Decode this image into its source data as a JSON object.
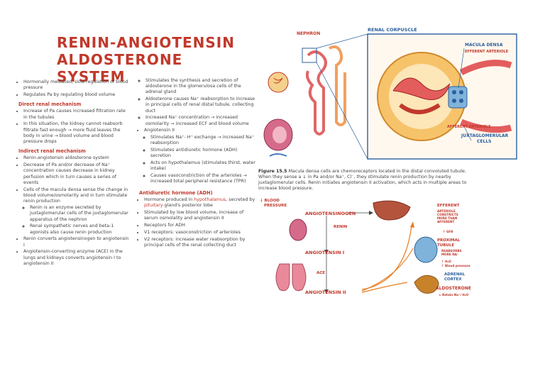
{
  "title": "Renin-Angiotensin Aldosterone System",
  "col1": {
    "intro": [
      "Hormonally mediated, slow regulation of blood pressure",
      "Regulates Pa by regulating blood volume"
    ],
    "direct_heading": "Direct renal mechanism",
    "direct": [
      "Increase of Pa causes increased filtration rate in the tubules",
      "In this situation, the kidney cannot reabsorb filtrate fast enough → more fluid leaves the body in urine → blood volume and blood pressure drops"
    ],
    "indirect_heading": "Indirect renal mechanism",
    "indirect": [
      "Renin-angiotensin aldosterone system",
      "Decrease of Pa and/or decrease of Na⁺ concentration causes decrease in kidney perfusion which in turn causes a series of events",
      "Cells of the macula densa sense the change in blood volume/osmolarity and in turn stimulate renin production"
    ],
    "indirect_sub": [
      "Renin is an enzyme secreted by juxtaglomerular cells of the juxtaglomerular apparatus of the nephron",
      "Renal sympathetic nerves and beta-1 agonists also cause renin production"
    ],
    "indirect_more": [
      "Renin converts angiotensinogen to angiotensin I",
      "Angiotensin-converting enzyme (ACE) in the lungs and kidneys converts angiotensin I to angiotensin II"
    ]
  },
  "col2": {
    "sub_a": [
      "Stimulates the synthesis and secretion of aldosterone in the glomerulosa cells of the adrenal gland",
      "Aldosterone causes Na⁺ reabsorption to increase in principal cells of renal distal tubule, collecting duct",
      "Increased Na⁺ concentration → increased osmolarity → increased ECF and blood volume"
    ],
    "ang2": "Angiotensin II",
    "sub_b": [
      "Stimulates Na⁺- H⁺ exchange → increased Na⁺ reabsorption",
      "Stimulates antidiuretic hormone (ADH) secretion",
      "Acts on hypothalamus (stimulates thirst, water intake)",
      "Causes vasoconstriction of the arterioles → increased total peripheral resistance (TPR)"
    ],
    "adh_heading": "Antidiuretic hormone (ADH)",
    "adh_1a": "Hormone produced in ",
    "adh_1b": "hypothalamus",
    "adh_1c": ", secreted by ",
    "adh_1d": "pituitary",
    "adh_1e": " gland's posterior lobe",
    "adh": [
      "Stimulated by low blood volume, increase of serum osmolality and angiotensin II",
      "Receptors for ADH",
      "V1 receptors: vasoconstriction of arterioles",
      "V2 receptors: increase water reabsorption by principal cells of the renal collecting duct"
    ]
  },
  "figure1": {
    "nephron": "Nephron",
    "corpuscle": "Renal corpuscle",
    "macula": "Macula densa",
    "efferent": "Efferent arteriole",
    "afferent": "Afferent arteriole",
    "jg": "Juxtaglomerular",
    "jg2": "Cells"
  },
  "caption": {
    "label": "Figure 15.5",
    "text": " Macula densa cells are chemoreceptors located in the distal convoluted tubule. When they sense a ↓ in Pa and/or Na⁺, Cl⁻, they stimulate renin production by nearby juxtaglomerular cells. Renin initiates angiotensin II activation, which acts in multiple areas to increase blood pressure."
  },
  "figure2": {
    "bp": "↓ Blood",
    "bp2": "Pressure",
    "angiotensinogen": "Angiotensinogen",
    "renin": "Renin",
    "ang1": "Angiotensin I",
    "ace": "ACE",
    "ang2": "Angiotensin II",
    "efferent": "Efferent",
    "efferent_sub": "arteriole constricts more than afferent",
    "gfr": "↑ GFR",
    "proximal": "Proximal",
    "tubule": "Tubule",
    "tubule_sub": "Reabsorbs more Na⁺",
    "h2o": "↑ H₂O",
    "bp_up": "↑ Blood pressure",
    "adrenal": "Adrenal",
    "cortex": "Cortex",
    "aldosterone": "Aldosterone",
    "retain": "↳ Retain Na⁺/ H₂O"
  },
  "colors": {
    "accent": "#c0392b",
    "blue": "#2b5f9e",
    "orange": "#d35400"
  }
}
